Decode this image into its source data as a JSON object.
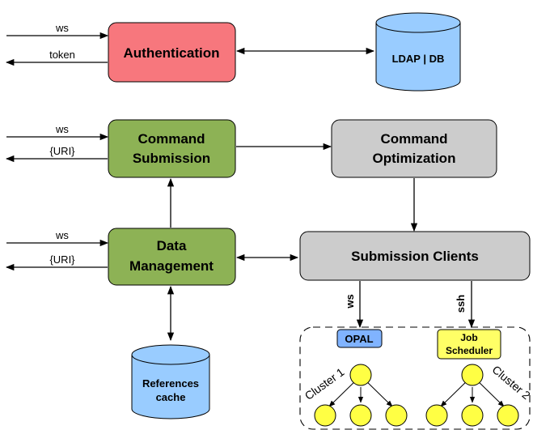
{
  "auth": {
    "in_label": "ws",
    "out_label": "token",
    "title": "Authentication",
    "store": "LDAP | DB"
  },
  "command_submission": {
    "in_label": "ws",
    "out_label": "{URI}",
    "title_line1": "Command",
    "title_line2": "Submission"
  },
  "command_optimization": {
    "title_line1": "Command",
    "title_line2": "Optimization"
  },
  "data_management": {
    "in_label": "ws",
    "out_label": "{URI}",
    "title_line1": "Data",
    "title_line2": "Management",
    "cache_line1": "References",
    "cache_line2": "cache"
  },
  "submission_clients": {
    "title": "Submission Clients",
    "ws_label": "ws",
    "ssh_label": "ssh"
  },
  "clusters": {
    "opal": "OPAL",
    "scheduler_line1": "Job",
    "scheduler_line2": "Scheduler",
    "cluster1": "Cluster 1",
    "cluster2": "Cluster 2"
  },
  "colors": {
    "auth_fill": "#f7777d",
    "green_fill": "#8db255",
    "gray_fill": "#cccccc",
    "blue_fill": "#99ccff",
    "yellow_fill": "#ffff66",
    "opal_fill": "#80b3ff"
  }
}
